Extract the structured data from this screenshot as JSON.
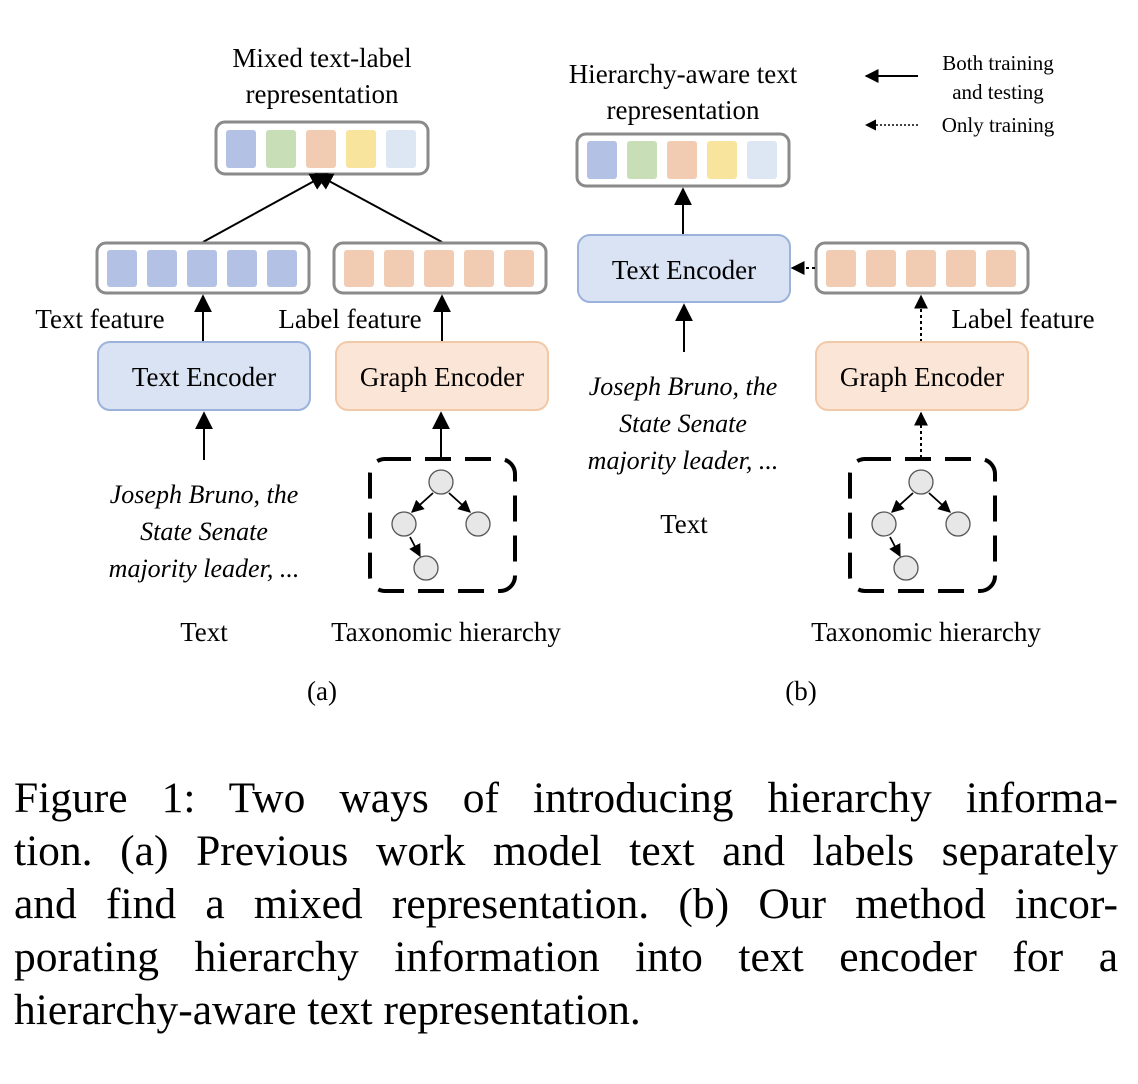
{
  "panel_a": {
    "output_title_lines": [
      "Mixed text-label",
      "representation"
    ],
    "text_feature_label": "Text feature",
    "label_feature_label": "Label feature",
    "text_encoder_label": "Text Encoder",
    "graph_encoder_label": "Graph Encoder",
    "input_text_lines": [
      "Joseph Bruno, the",
      "State Senate",
      "majority leader, ..."
    ],
    "text_caption": "Text",
    "hierarchy_caption": "Taxonomic hierarchy",
    "panel_label": "(a)"
  },
  "panel_b": {
    "output_title_lines": [
      "Hierarchy-aware text",
      "representation"
    ],
    "text_encoder_label": "Text Encoder",
    "graph_encoder_label": "Graph Encoder",
    "label_feature_label": "Label feature",
    "input_text_lines": [
      "Joseph Bruno, the",
      "State Senate",
      "majority leader, ..."
    ],
    "text_caption": "Text",
    "hierarchy_caption": "Taxonomic hierarchy",
    "panel_label": "(b)"
  },
  "legend": {
    "solid_lines": [
      "Both training",
      "and testing"
    ],
    "dotted_label": "Only training"
  },
  "colors": {
    "blue_token": "#b2c1e4",
    "green_token": "#c8deb7",
    "orange_token": "#f1ccb2",
    "yellow_token": "#f9e49e",
    "lightblue_token": "#dde7f3",
    "text_encoder_fill": "#dae3f3",
    "text_encoder_border": "#9bb3dc",
    "graph_encoder_fill": "#fbe5d6",
    "graph_encoder_border": "#f2c9a8",
    "node_fill": "#e7e7e7"
  },
  "caption": {
    "lines": [
      "Figure 1: Two ways of introducing hierarchy informa-",
      "tion. (a) Previous work model text and labels separately",
      "and find a mixed representation. (b) Our method incor-",
      "porating hierarchy information into text encoder for a",
      "hierarchy-aware text representation."
    ]
  }
}
